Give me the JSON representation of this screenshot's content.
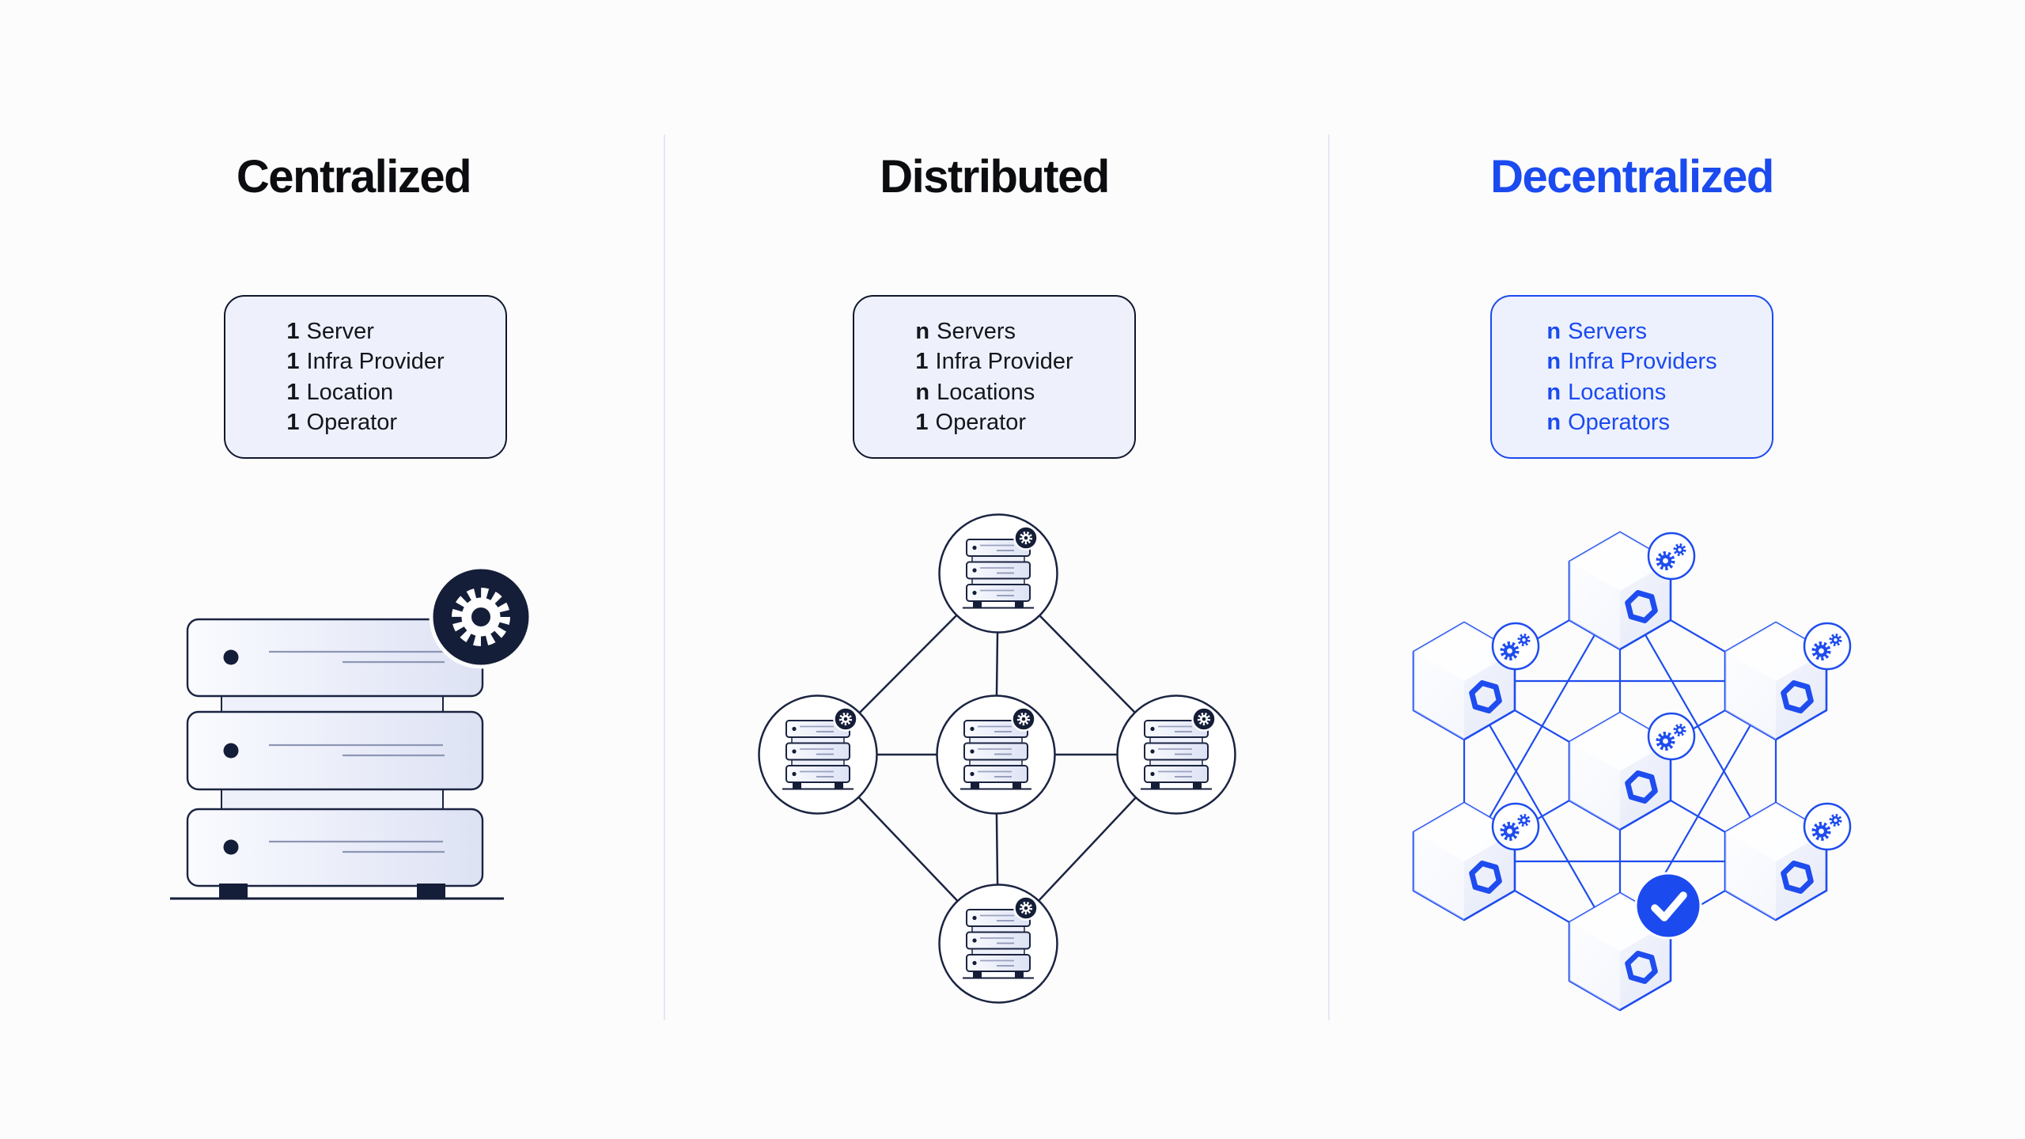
{
  "page": {
    "background": "#fcfcfd",
    "divider_color": "#e4e7f5"
  },
  "colors": {
    "navy": "#151e38",
    "navy_stroke": "#1b2441",
    "blue_accent": "#1b4aef",
    "box_fill": "#eef1fb",
    "box_fill_blue": "#edf1fd",
    "unit_fill_light": "#fafbff",
    "unit_fill_shade": "#dde2f4",
    "detail_line_gray": "#99a1bd"
  },
  "columns": [
    {
      "id": "centralized",
      "title": "Centralized",
      "title_style": "dark",
      "box": {
        "items": [
          {
            "prefix": "1",
            "label": "Server"
          },
          {
            "prefix": "1",
            "label": "Infra Provider"
          },
          {
            "prefix": "1",
            "label": "Location"
          },
          {
            "prefix": "1",
            "label": "Operator"
          }
        ]
      },
      "illustration": {
        "type": "single-server-stack",
        "units": 3,
        "icons": [
          "gear-icon"
        ]
      }
    },
    {
      "id": "distributed",
      "title": "Distributed",
      "title_style": "dark",
      "box": {
        "items": [
          {
            "prefix": "n",
            "label": "Servers"
          },
          {
            "prefix": "1",
            "label": "Infra Provider"
          },
          {
            "prefix": "n",
            "label": "Locations"
          },
          {
            "prefix": "1",
            "label": "Operator"
          }
        ]
      },
      "illustration": {
        "type": "server-node-mesh",
        "nodes": 5,
        "layout": "diamond",
        "edges": 8,
        "icons": [
          "server-icon",
          "gear-icon"
        ]
      }
    },
    {
      "id": "decentralized",
      "title": "Decentralized",
      "title_style": "blue",
      "box": {
        "items": [
          {
            "prefix": "n",
            "label": "Servers"
          },
          {
            "prefix": "n",
            "label": "Infra Providers"
          },
          {
            "prefix": "n",
            "label": "Locations"
          },
          {
            "prefix": "n",
            "label": "Operators"
          }
        ]
      },
      "illustration": {
        "type": "cube-node-mesh",
        "nodes": 7,
        "layout": "hexagonal",
        "icons": [
          "cube-icon",
          "dual-gear-icon",
          "check-icon"
        ]
      }
    }
  ]
}
